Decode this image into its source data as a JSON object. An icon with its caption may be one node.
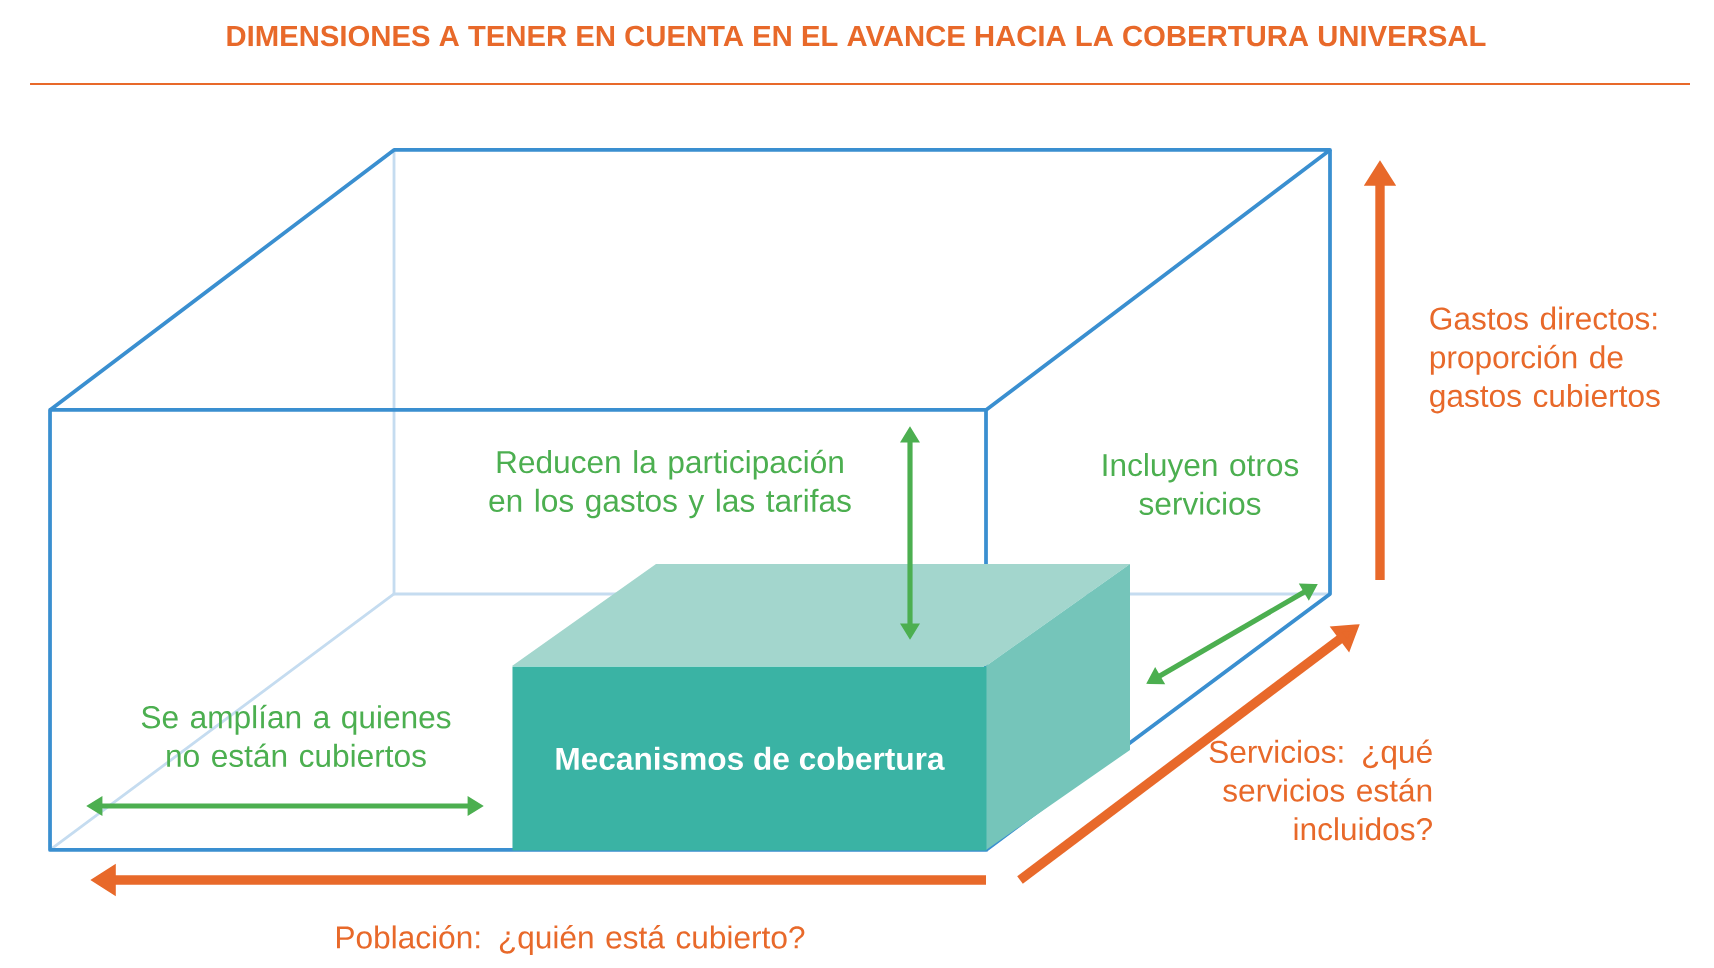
{
  "diagram": {
    "title": "DIMENSIONES A TENER EN CUENTA EN EL AVANCE HACIA LA COBERTURA UNIVERSAL",
    "nodes": [
      {
        "text": [
          "Mecanismos de cobertura"
        ]
      }
    ],
    "labels": [
      "Reducen la participación en los gastos y las tarifas",
      "Incluyen otros servicios",
      "Gastos directos: proporción de gastos cubiertos",
      "Se amplían a quienes no están cubiertos",
      "Servicios: ¿qué servicios están incluidos?",
      "Población: ¿quién está cubierto?"
    ]
  }
}
